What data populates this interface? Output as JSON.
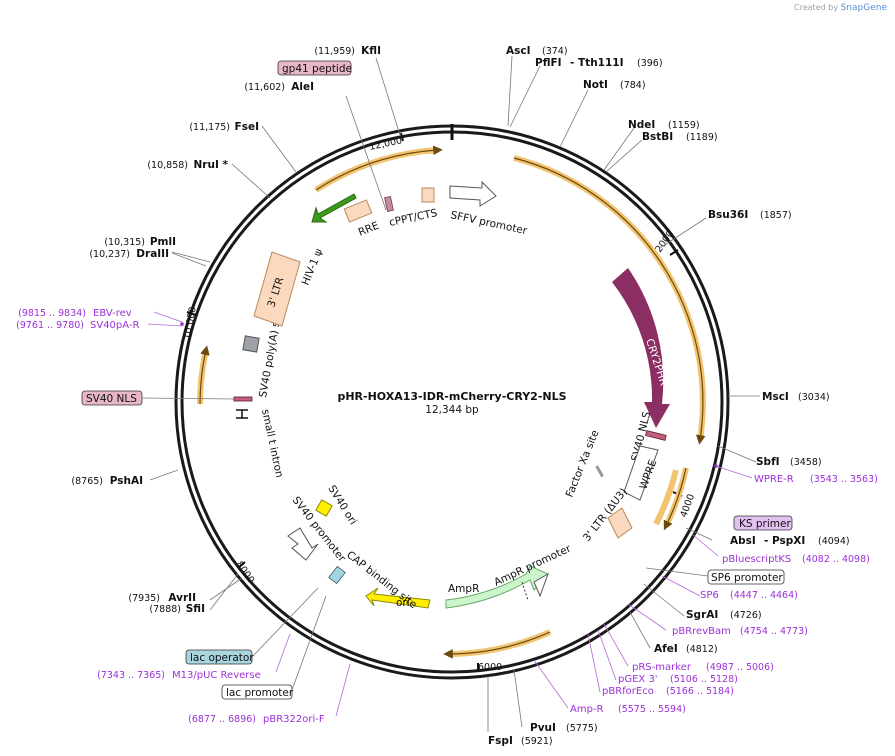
{
  "branding": {
    "prefix": "Created by",
    "brand": "SnapGene"
  },
  "plasmid": {
    "name": "pHR-HOXA13-IDR-mCherry-CRY2-NLS",
    "size": "12,344 bp"
  },
  "ticks": [
    "2000",
    "4000",
    "6000",
    "8000",
    "10,000",
    "12,000"
  ],
  "enzymes": [
    {
      "name": "AscI",
      "pos": "(374)"
    },
    {
      "name": "PflFI",
      "pos": ""
    },
    {
      "name": "- Tth111I",
      "pos": "(396)"
    },
    {
      "name": "NotI",
      "pos": "(784)"
    },
    {
      "name": "NdeI",
      "pos": "(1159)"
    },
    {
      "name": "BstBI",
      "pos": "(1189)"
    },
    {
      "name": "Bsu36I",
      "pos": "(1857)"
    },
    {
      "name": "MscI",
      "pos": "(3034)"
    },
    {
      "name": "SbfI",
      "pos": "(3458)"
    },
    {
      "name": "AbsI",
      "pos": ""
    },
    {
      "name": "- PspXI",
      "pos": "(4094)"
    },
    {
      "name": "SgrAI",
      "pos": "(4726)"
    },
    {
      "name": "AfeI",
      "pos": "(4812)"
    },
    {
      "name": "PvuI",
      "pos": "(5775)"
    },
    {
      "name": "FspI",
      "pos": "(5921)"
    },
    {
      "name": "SfiI",
      "pos": "(7888)"
    },
    {
      "name": "AvrII",
      "pos": "(7935)"
    },
    {
      "name": "PshAI",
      "pos": "(8765)"
    },
    {
      "name": "DraIII",
      "pos": "(10,237)"
    },
    {
      "name": "PmlI",
      "pos": "(10,315)"
    },
    {
      "name": "NruI *",
      "pos": "(10,858)"
    },
    {
      "name": "FseI",
      "pos": "(11,175)"
    },
    {
      "name": "AleI",
      "pos": "(11,602)"
    },
    {
      "name": "KflI",
      "pos": "(11,959)"
    }
  ],
  "primers": [
    {
      "name": "WPRE-R",
      "pos": "(3543 .. 3563)"
    },
    {
      "name": "pBluescriptKS",
      "pos": "(4082 .. 4098)"
    },
    {
      "name": "SP6",
      "pos": "(4447 .. 4464)"
    },
    {
      "name": "pBRrevBam",
      "pos": "(4754 .. 4773)"
    },
    {
      "name": "pRS-marker",
      "pos": "(4987 .. 5006)"
    },
    {
      "name": "pGEX 3'",
      "pos": "(5106 .. 5128)"
    },
    {
      "name": "pBRforEco",
      "pos": "(5166 .. 5184)"
    },
    {
      "name": "Amp-R",
      "pos": "(5575 .. 5594)"
    },
    {
      "name": "pBR322ori-F",
      "pos": "(6877 .. 6896)"
    },
    {
      "name": "M13/pUC Reverse",
      "pos": "(7343 .. 7365)"
    },
    {
      "name": "EBV-rev",
      "pos": "(9815 .. 9834)"
    },
    {
      "name": "SV40pA-R",
      "pos": "(9761 .. 9780)"
    }
  ],
  "boxed_labels": {
    "ks_primer": "KS primer",
    "sp6_promoter": "SP6 promoter",
    "lac_operator": "lac operator",
    "lac_promoter": "lac promoter",
    "gp41_peptide": "gp41 peptide",
    "sv40_nls": "SV40 NLS"
  },
  "features": {
    "sffv_promoter": "SFFV promoter",
    "cppt": "cPPT/CTS",
    "rre": "RRE",
    "hiv_psi": "HIV-1 ψ",
    "ltr3": "3' LTR",
    "sv40_polya": "SV40 poly(A) signal",
    "small_t": "small t intron",
    "sv40_ori": "SV40 ori",
    "sv40_promoter": "SV40 promoter",
    "cap": "CAP binding site",
    "ori": "ori",
    "ampr": "AmpR",
    "ampr_promoter": "AmpR promoter",
    "ltr3_du3": "3' LTR (ΔU3)",
    "factor_xa": "Factor Xa site",
    "sv40_nls_inner": "SV40 NLS",
    "wpre": "WPRE",
    "cry2phr": "CRY2PHR"
  },
  "colors": {
    "cry2": "#8b2f63",
    "ori": "#ffee00",
    "ampr": "#ccf5cc",
    "ltr": "#fbd9be",
    "orf_orange": "#f3a531",
    "hiv_green": "#3b9b1a",
    "primer_purple": "#9b30d8",
    "lac_box": "#a9d5df",
    "gp41_box": "#e7b6c8"
  }
}
